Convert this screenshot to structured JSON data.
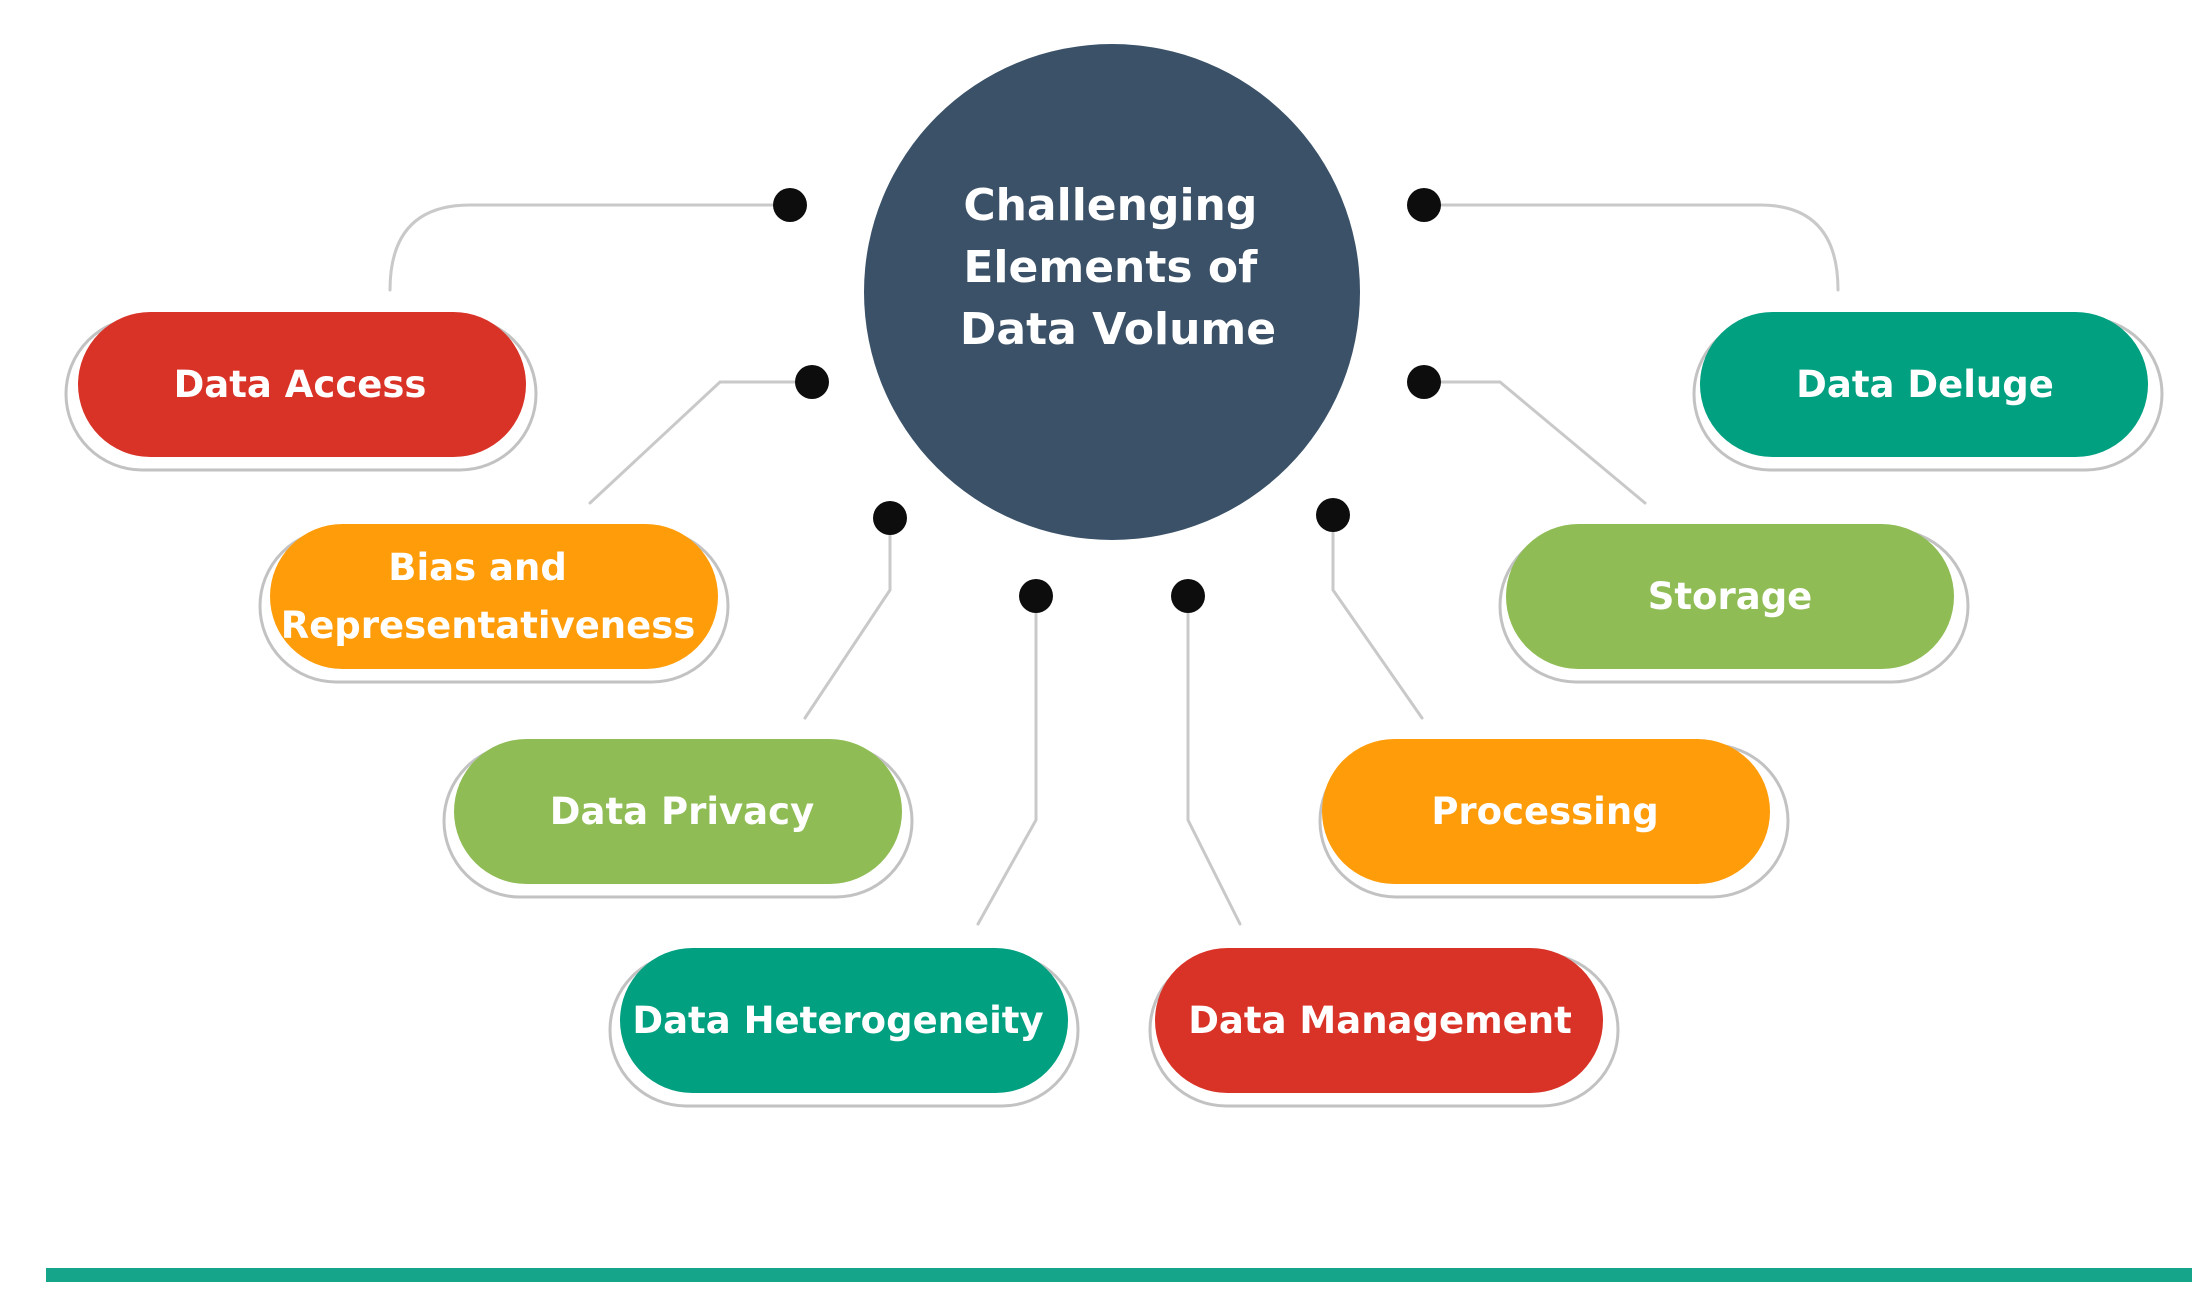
{
  "center": {
    "lines": [
      "Challenging",
      "Elements of",
      "Data Volume"
    ],
    "color": "#3a5168"
  },
  "nodes": [
    {
      "id": "data-access",
      "lines": [
        "Data Access"
      ],
      "color": "#d93328"
    },
    {
      "id": "bias-representativeness",
      "lines": [
        "Bias and",
        "Representativeness"
      ],
      "color": "#ff9c09"
    },
    {
      "id": "data-privacy",
      "lines": [
        "Data Privacy"
      ],
      "color": "#8fbc55"
    },
    {
      "id": "data-heterogeneity",
      "lines": [
        "Data Heterogeneity"
      ],
      "color": "#00a081"
    },
    {
      "id": "data-management",
      "lines": [
        "Data Management"
      ],
      "color": "#d93328"
    },
    {
      "id": "processing",
      "lines": [
        "Processing"
      ],
      "color": "#ff9c09"
    },
    {
      "id": "storage",
      "lines": [
        "Storage"
      ],
      "color": "#8fbc55"
    },
    {
      "id": "data-deluge",
      "lines": [
        "Data Deluge"
      ],
      "color": "#00a081"
    }
  ],
  "footer": {
    "bar_color": "#15a58a"
  }
}
